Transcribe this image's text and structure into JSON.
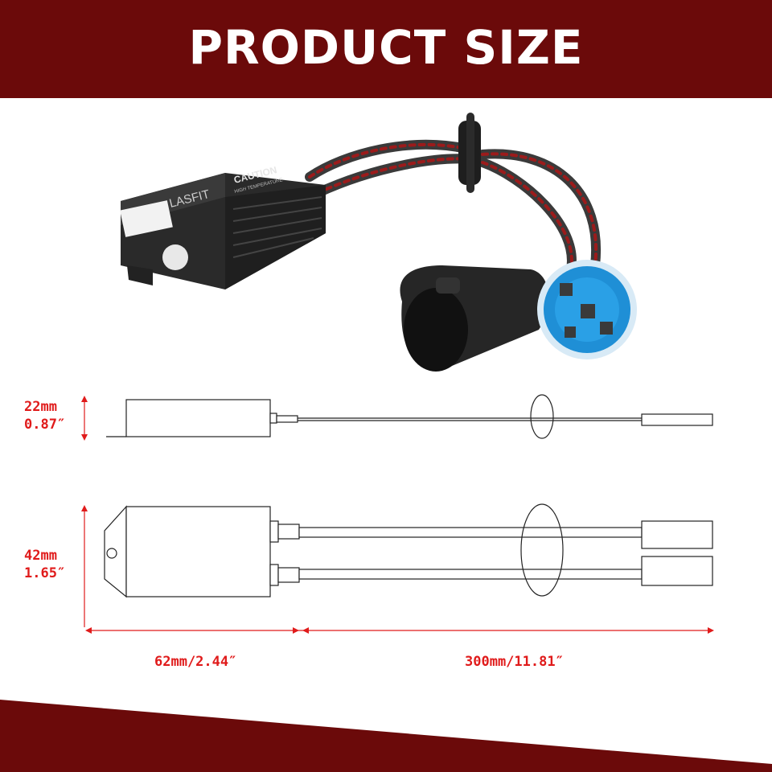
{
  "header": {
    "title": "PRODUCT SIZE"
  },
  "product": {
    "brand": "LASFIT",
    "caution": "CAUTION",
    "caution_sub": "HIGH TEMPERATURE"
  },
  "dimensions": {
    "side_height_mm": "22mm",
    "side_height_in": "0.87″",
    "top_height_mm": "42mm",
    "top_height_in": "1.65″",
    "box_length": "62mm/2.44″",
    "cable_length": "300mm/11.81″"
  },
  "colors": {
    "header_bg": "#6b0a0a",
    "dimension_red": "#e01b1b",
    "connector_blue": "#1f8fd6"
  }
}
